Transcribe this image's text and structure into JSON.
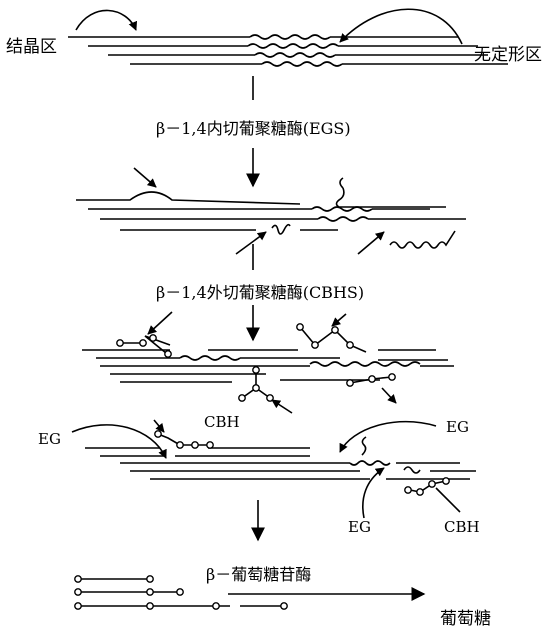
{
  "labels": {
    "crystalline": "结晶区",
    "amorphous": "无定形区",
    "egs": "β－1,4内切葡聚糖酶(EGS)",
    "cbhs": "β－1,4外切葡聚糖酶(CBHS)",
    "cbh_mid": "CBH",
    "eg_left": "EG",
    "eg_right": "EG",
    "eg_bottom": "EG",
    "cbh_right": "CBH",
    "bglucosidase": "β－葡萄糖苷酶",
    "glucose": "葡萄糖"
  },
  "colors": {
    "ink": "#000000",
    "background": "#ffffff"
  }
}
